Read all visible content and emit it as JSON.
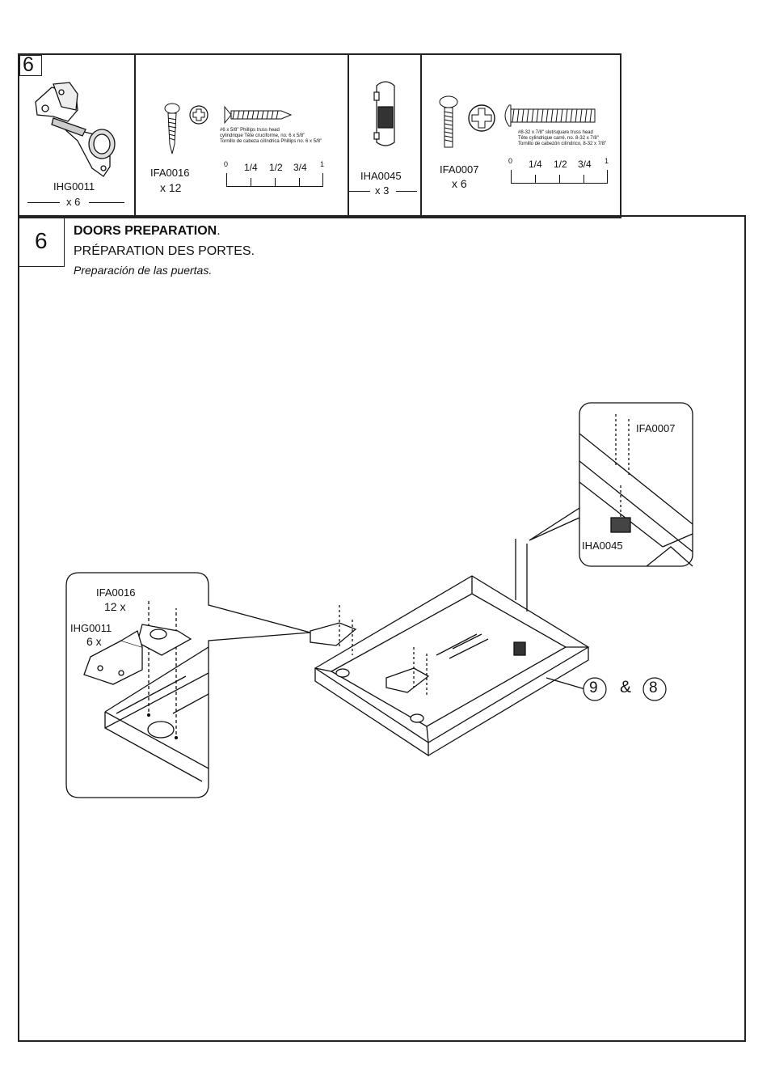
{
  "step_number": "6",
  "parts": [
    {
      "code": "IHG0011",
      "qty": "x 6"
    },
    {
      "code": "IFA0016",
      "qty": "x 12",
      "desc": [
        "#6 x 5/8\" Phillips   truss head",
        "cylindrique Tête  cruciforme, no. 6 x 5/8\"",
        "Tornillo de cabeza cilíndrica Phillips no. 6 x 5/8\""
      ]
    },
    {
      "code": "IHA0045",
      "qty": "x 3"
    },
    {
      "code": "IFA0007",
      "qty": "x 6",
      "desc": [
        "#8-32 x 7/8\" slot/square truss head",
        "Tête cylindrique carré, no. 8-32 x 7/8\"",
        "Tornillo de cabezón cilíndrico, 8-32 x 7/8\""
      ]
    }
  ],
  "ruler": {
    "labels": [
      "0",
      "1/4",
      "1/2",
      "3/4",
      "1"
    ]
  },
  "instruction": {
    "title_en": "DOORS  PREPARATION",
    "title_period": ".",
    "title_fr": "PRÉPARATION DES PORTES.",
    "title_es": "Preparación de las puertas."
  },
  "callout_left": {
    "screw_code": "IFA0016",
    "screw_qty": "12 x",
    "hinge_code": "IHG0011",
    "hinge_qty": "6 x"
  },
  "callout_right": {
    "screw_code": "IFA0007",
    "part_code": "IHA0045"
  },
  "panel_ref": {
    "a": "9",
    "amp": "&",
    "b": "8"
  }
}
